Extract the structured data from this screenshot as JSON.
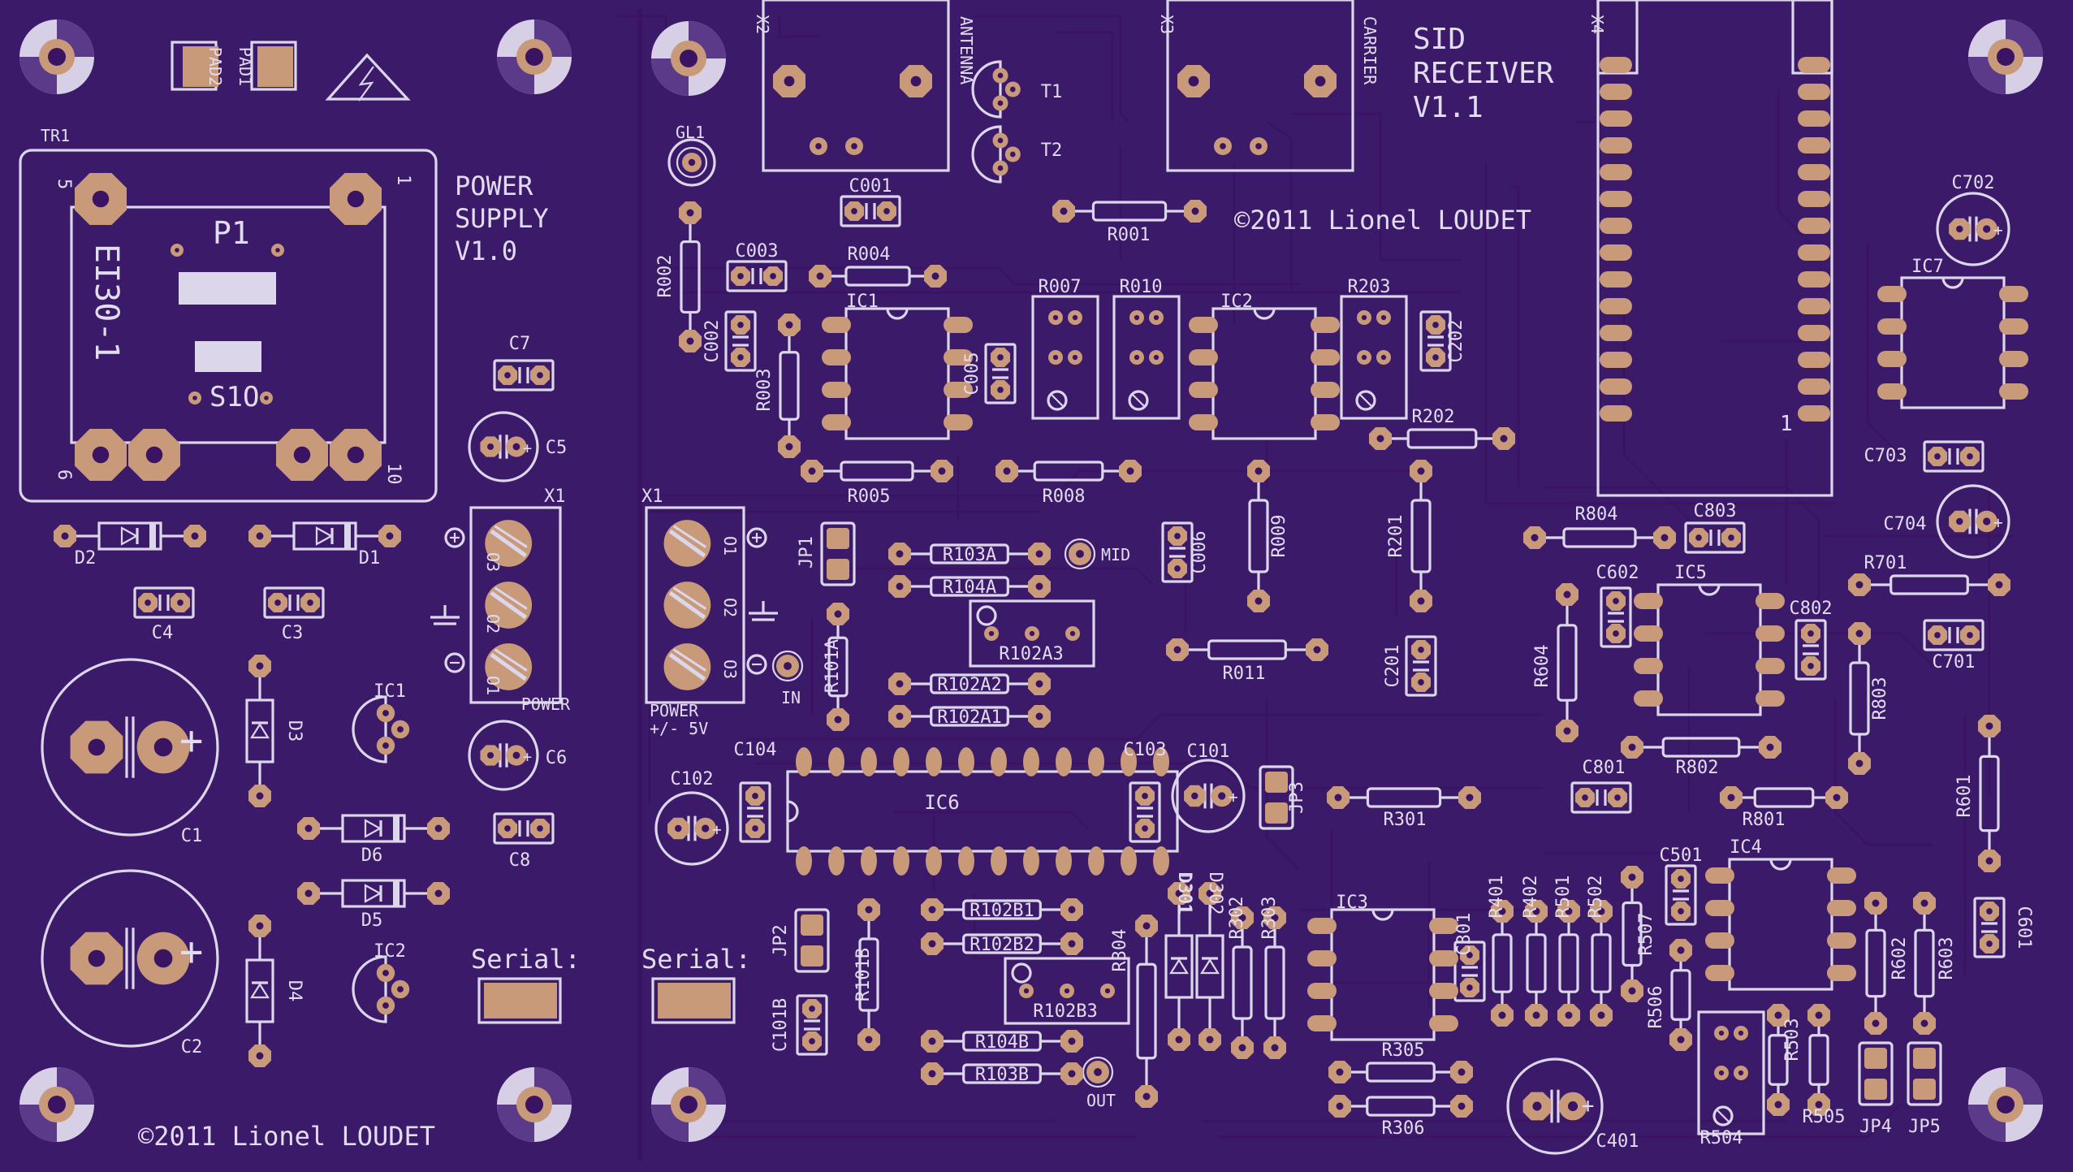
{
  "boards": {
    "power": {
      "title": [
        "POWER",
        "SUPPLY",
        "V1.0"
      ],
      "copyright": "©2011 Lionel LOUDET",
      "serial_label": "Serial:"
    },
    "receiver": {
      "title": [
        "SID",
        "RECEIVER",
        "V1.1"
      ],
      "copyright": "©2011 Lionel LOUDET",
      "serial_label": "Serial:"
    }
  },
  "transformer": {
    "ref": "TR1",
    "model": "EI30-1",
    "p": "P1",
    "s": "S1O",
    "pins": [
      "5",
      "1",
      "6",
      "10"
    ]
  },
  "connector_x1_power": {
    "pins": [
      "O3",
      "O2",
      "O1"
    ],
    "label": "X1"
  },
  "connector_x1_rx": {
    "pins": [
      "O1",
      "O2",
      "O3"
    ],
    "label": "X1",
    "caption": [
      "POWER",
      "+/- 5V"
    ]
  },
  "connectors": {
    "x2": "X2",
    "x3": "X3",
    "x4": "X4",
    "antenna": "ANTENNA",
    "carrier": "CARRIER"
  },
  "test_points": {
    "mid": "MID",
    "in": "IN",
    "out": "OUT",
    "power": "POWER"
  },
  "labels": [
    {
      "id": "pad2",
      "text": "PAD2"
    },
    {
      "id": "pad1",
      "text": "PAD1"
    },
    {
      "id": "c7",
      "text": "C7"
    },
    {
      "id": "c5",
      "text": "C5"
    },
    {
      "id": "c6",
      "text": "C6"
    },
    {
      "id": "c8",
      "text": "C8"
    },
    {
      "id": "c4",
      "text": "C4"
    },
    {
      "id": "c3",
      "text": "C3"
    },
    {
      "id": "c1",
      "text": "C1"
    },
    {
      "id": "c2",
      "text": "C2"
    },
    {
      "id": "d1",
      "text": "D1"
    },
    {
      "id": "d2",
      "text": "D2"
    },
    {
      "id": "d3",
      "text": "D3"
    },
    {
      "id": "d4",
      "text": "D4"
    },
    {
      "id": "d5",
      "text": "D5"
    },
    {
      "id": "d6",
      "text": "D6"
    },
    {
      "id": "ic1p",
      "text": "IC1"
    },
    {
      "id": "ic2p",
      "text": "IC2"
    },
    {
      "id": "gl1",
      "text": "GL1"
    },
    {
      "id": "t1",
      "text": "T1"
    },
    {
      "id": "t2",
      "text": "T2"
    },
    {
      "id": "c001",
      "text": "C001"
    },
    {
      "id": "r001",
      "text": "R001"
    },
    {
      "id": "r002",
      "text": "R002"
    },
    {
      "id": "c003",
      "text": "C003"
    },
    {
      "id": "r004",
      "text": "R004"
    },
    {
      "id": "c002",
      "text": "C002"
    },
    {
      "id": "ic1",
      "text": "IC1"
    },
    {
      "id": "r003",
      "text": "R003"
    },
    {
      "id": "c005",
      "text": "C005"
    },
    {
      "id": "r007",
      "text": "R007"
    },
    {
      "id": "r010",
      "text": "R010"
    },
    {
      "id": "ic2",
      "text": "IC2"
    },
    {
      "id": "r203",
      "text": "R203"
    },
    {
      "id": "c202",
      "text": "C202"
    },
    {
      "id": "r202",
      "text": "R202"
    },
    {
      "id": "r005",
      "text": "R005"
    },
    {
      "id": "r008",
      "text": "R008"
    },
    {
      "id": "r009",
      "text": "R009"
    },
    {
      "id": "r201",
      "text": "R201"
    },
    {
      "id": "c006",
      "text": "C006"
    },
    {
      "id": "r011",
      "text": "R011"
    },
    {
      "id": "c201",
      "text": "C201"
    },
    {
      "id": "jp1",
      "text": "JP1"
    },
    {
      "id": "r103a",
      "text": "R103A"
    },
    {
      "id": "r104a",
      "text": "R104A"
    },
    {
      "id": "r102a3",
      "text": "R102A3"
    },
    {
      "id": "r101a",
      "text": "R101A"
    },
    {
      "id": "r102a2",
      "text": "R102A2"
    },
    {
      "id": "r102a1",
      "text": "R102A1"
    },
    {
      "id": "c104",
      "text": "C104"
    },
    {
      "id": "c103",
      "text": "C103"
    },
    {
      "id": "c101",
      "text": "C101"
    },
    {
      "id": "c102",
      "text": "C102"
    },
    {
      "id": "ic6",
      "text": "IC6"
    },
    {
      "id": "jp3",
      "text": "JP3"
    },
    {
      "id": "r301",
      "text": "R301"
    },
    {
      "id": "jp2",
      "text": "JP2"
    },
    {
      "id": "r101b",
      "text": "R101B"
    },
    {
      "id": "c101b",
      "text": "C101B"
    },
    {
      "id": "r102b1",
      "text": "R102B1"
    },
    {
      "id": "r102b2",
      "text": "R102B2"
    },
    {
      "id": "r102b3",
      "text": "R102B3"
    },
    {
      "id": "r104b",
      "text": "R104B"
    },
    {
      "id": "r103b",
      "text": "R103B"
    },
    {
      "id": "r304",
      "text": "R304"
    },
    {
      "id": "d301",
      "text": "D301"
    },
    {
      "id": "d302",
      "text": "D302"
    },
    {
      "id": "r302",
      "text": "R302"
    },
    {
      "id": "r303",
      "text": "R303"
    },
    {
      "id": "ic3",
      "text": "IC3"
    },
    {
      "id": "c301",
      "text": "C301"
    },
    {
      "id": "r305",
      "text": "R305"
    },
    {
      "id": "r306",
      "text": "R306"
    },
    {
      "id": "r401",
      "text": "R401"
    },
    {
      "id": "r402",
      "text": "R402"
    },
    {
      "id": "r501",
      "text": "R501"
    },
    {
      "id": "r502",
      "text": "R502"
    },
    {
      "id": "c401",
      "text": "C401"
    },
    {
      "id": "r507",
      "text": "R507"
    },
    {
      "id": "r506",
      "text": "R506"
    },
    {
      "id": "c501",
      "text": "C501"
    },
    {
      "id": "ic4",
      "text": "IC4"
    },
    {
      "id": "r503",
      "text": "R503"
    },
    {
      "id": "r504",
      "text": "R504"
    },
    {
      "id": "r505",
      "text": "R505"
    },
    {
      "id": "r602",
      "text": "R602"
    },
    {
      "id": "r603",
      "text": "R603"
    },
    {
      "id": "jp4",
      "text": "JP4"
    },
    {
      "id": "jp5",
      "text": "JP5"
    },
    {
      "id": "c601",
      "text": "C601"
    },
    {
      "id": "r601",
      "text": "R601"
    },
    {
      "id": "r604",
      "text": "R604"
    },
    {
      "id": "c602",
      "text": "C602"
    },
    {
      "id": "ic5",
      "text": "IC5"
    },
    {
      "id": "c802",
      "text": "C802"
    },
    {
      "id": "r803",
      "text": "R803"
    },
    {
      "id": "r802",
      "text": "R802"
    },
    {
      "id": "c801",
      "text": "C801"
    },
    {
      "id": "r801",
      "text": "R801"
    },
    {
      "id": "r804",
      "text": "R804"
    },
    {
      "id": "c803",
      "text": "C803"
    },
    {
      "id": "r701",
      "text": "R701"
    },
    {
      "id": "c701",
      "text": "C701"
    },
    {
      "id": "c702",
      "text": "C702"
    },
    {
      "id": "ic7",
      "text": "IC7"
    },
    {
      "id": "c703",
      "text": "C703"
    },
    {
      "id": "c704",
      "text": "C704"
    }
  ]
}
